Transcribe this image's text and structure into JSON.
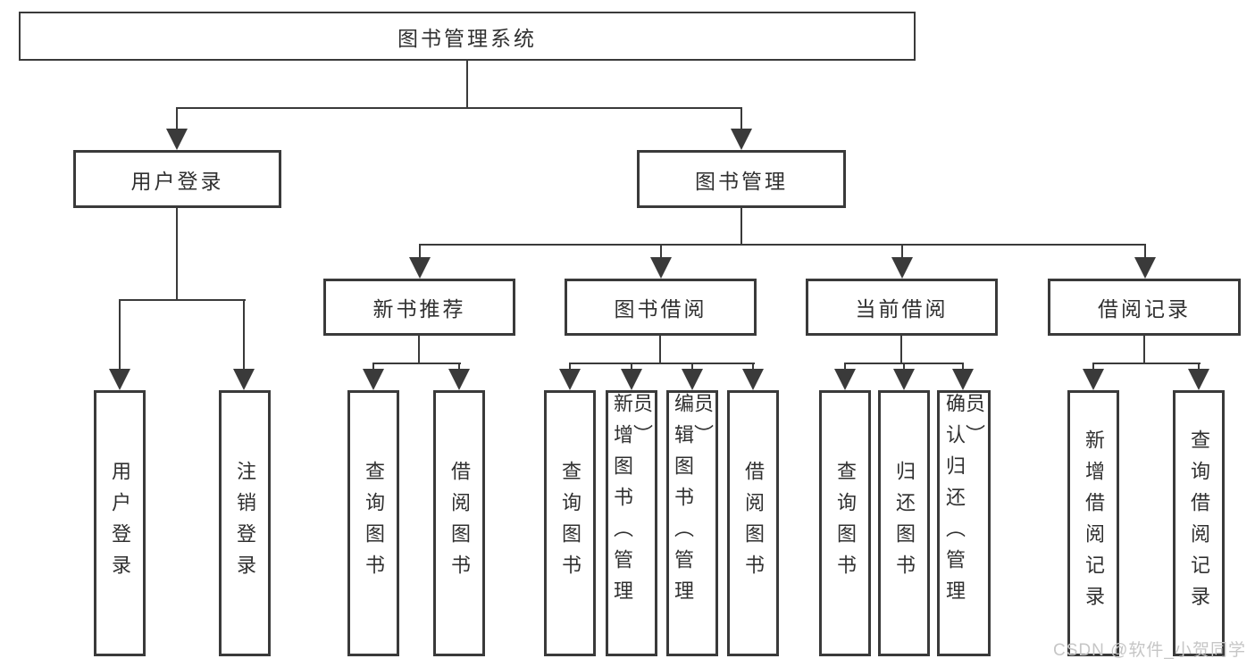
{
  "diagram": {
    "root": {
      "label": "图书管理系统"
    },
    "branches": [
      {
        "label": "用户登录",
        "children": [
          {
            "label": "用户登录"
          },
          {
            "label": "注销登录"
          }
        ]
      },
      {
        "label": "图书管理",
        "children": [
          {
            "label": "新书推荐",
            "children": [
              {
                "label": "查询图书"
              },
              {
                "label": "借阅图书"
              }
            ]
          },
          {
            "label": "图书借阅",
            "children": [
              {
                "label": "查询图书"
              },
              {
                "label": "新增图书（管理员）"
              },
              {
                "label": "编辑图书（管理员）"
              },
              {
                "label": "借阅图书"
              }
            ]
          },
          {
            "label": "当前借阅",
            "children": [
              {
                "label": "查询图书"
              },
              {
                "label": "归还图书"
              },
              {
                "label": "确认归还（管理员）"
              }
            ]
          },
          {
            "label": "借阅记录",
            "children": [
              {
                "label": "新增借阅记录"
              },
              {
                "label": "查询借阅记录"
              }
            ]
          }
        ]
      }
    ]
  },
  "watermark": {
    "text": "CSDN @软件_小贺同学"
  },
  "colors": {
    "line": "#3a3a3a",
    "text": "#303030",
    "watermark": "#c6c6c6",
    "background": "#ffffff"
  }
}
